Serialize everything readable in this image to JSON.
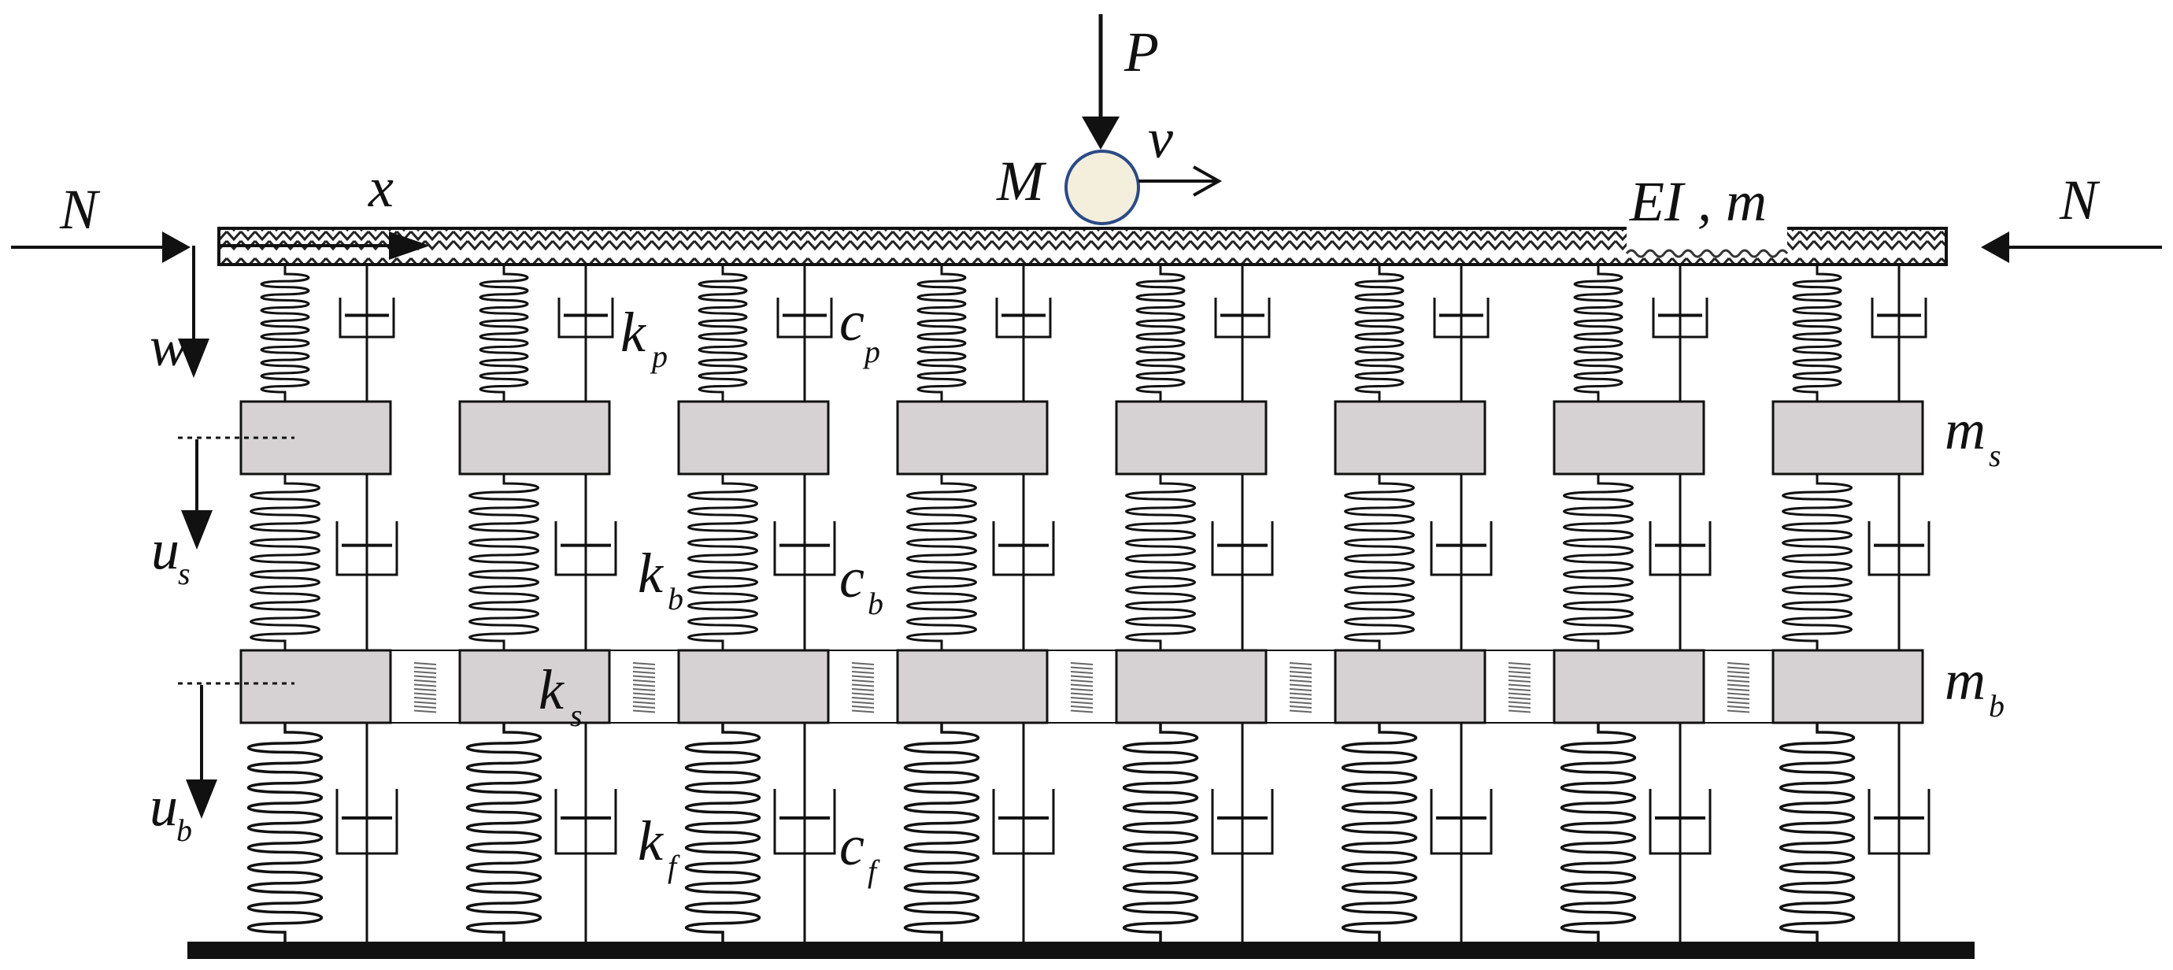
{
  "labels": {
    "load": "P",
    "mass": "M",
    "velocity": "v",
    "axial_force": "N",
    "coordinate": "x",
    "beam": "EI , m",
    "deflection": "w",
    "pad_stiffness": "k",
    "pad_stiffness_sub": "p",
    "pad_damping": "c",
    "pad_damping_sub": "p",
    "sleeper_mass": "m",
    "sleeper_mass_sub": "s",
    "sleeper_disp": "u",
    "sleeper_disp_sub": "s",
    "ballast_stiffness": "k",
    "ballast_stiffness_sub": "b",
    "ballast_damping": "c",
    "ballast_damping_sub": "b",
    "shear_stiffness": "k",
    "shear_stiffness_sub": "s",
    "ballast_mass": "m",
    "ballast_mass_sub": "b",
    "ballast_disp": "u",
    "ballast_disp_sub": "b",
    "foundation_stiffness": "k",
    "foundation_stiffness_sub": "f",
    "foundation_damping": "c",
    "foundation_damping_sub": "f"
  },
  "support_count": 8,
  "colors": {
    "line": "#111111",
    "block_fill": "#d6d2d3",
    "mass_fill": "#f3efdc",
    "mass_stroke": "#2c4a86"
  }
}
